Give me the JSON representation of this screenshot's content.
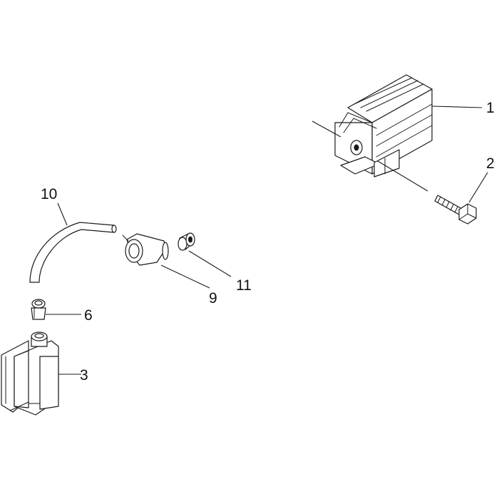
{
  "diagram": {
    "callouts": [
      {
        "id": "1",
        "label": "1"
      },
      {
        "id": "2",
        "label": "2"
      },
      {
        "id": "3",
        "label": "3"
      },
      {
        "id": "6",
        "label": "6"
      },
      {
        "id": "9",
        "label": "9"
      },
      {
        "id": "10",
        "label": "10"
      },
      {
        "id": "11",
        "label": "11"
      }
    ]
  }
}
